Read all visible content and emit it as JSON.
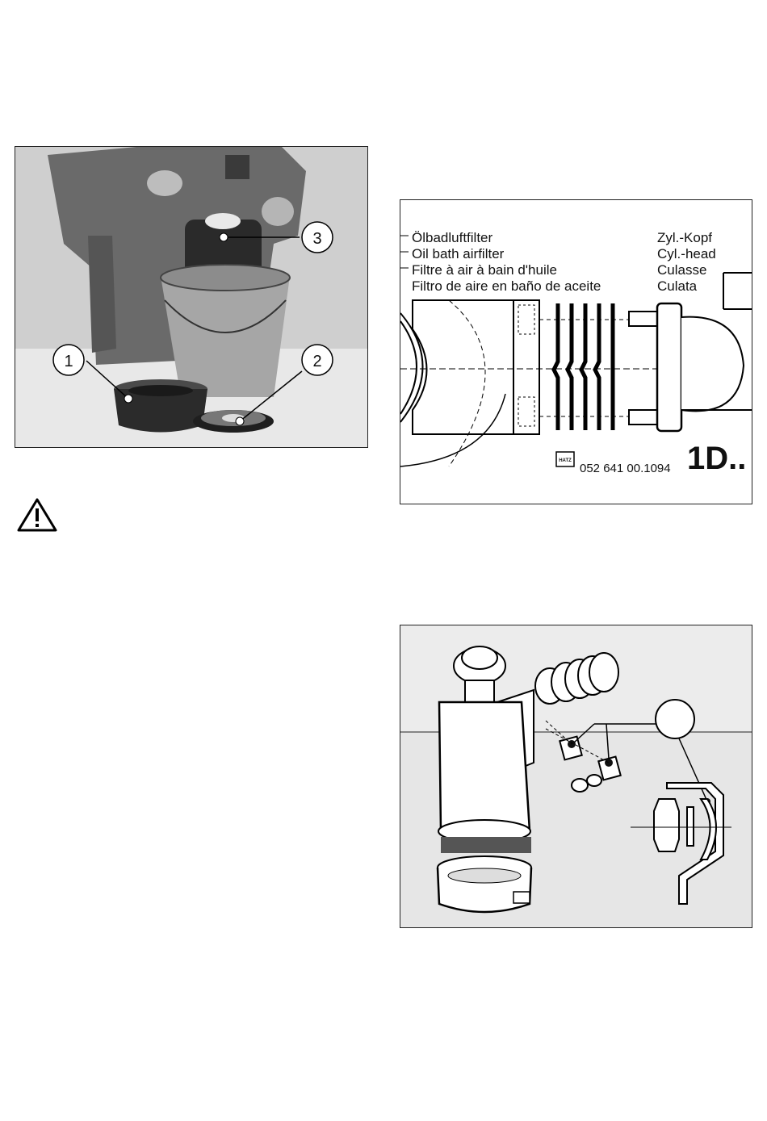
{
  "photo": {
    "callouts": [
      "1",
      "2",
      "3"
    ]
  },
  "diagram": {
    "left_labels": [
      "Ölbadluftfilter",
      "Oil bath airfilter",
      "Filtre à air à bain d'huile",
      "Filtro de aire en baño de aceite"
    ],
    "right_labels": [
      "Zyl.-Kopf",
      "Cyl.-head",
      "Culasse",
      "Culata"
    ],
    "logo_text": "HATZ",
    "part_number": "052 641 00.1094",
    "model": "1D.."
  },
  "icons": {
    "warning": "warning-triangle-icon"
  }
}
